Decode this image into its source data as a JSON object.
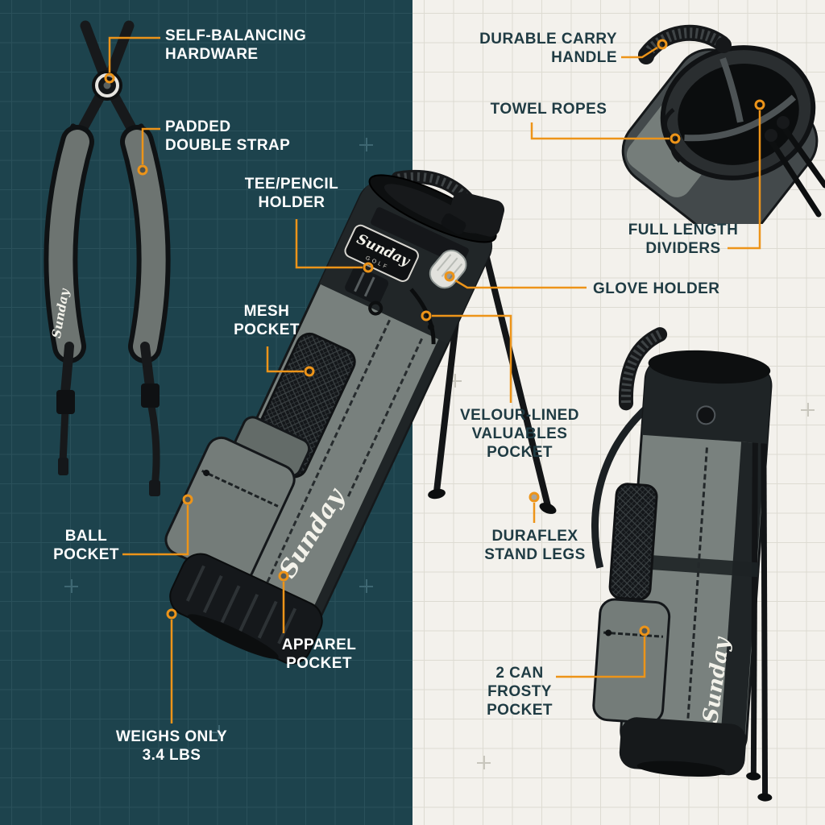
{
  "brand": {
    "script": "Sunday",
    "sub": "GOLF"
  },
  "palette": {
    "left_bg": "#1d434d",
    "left_grid": "#2a515b",
    "right_bg": "#f3f1ec",
    "right_grid": "#dddbd2",
    "accent": "#ed9419",
    "light_text": "#ffffff",
    "dark_text": "#1f3b43",
    "bag_gray": "#78807d",
    "bag_black": "#17191b"
  },
  "callouts": {
    "self_balancing": {
      "lines": [
        "SELF-BALANCING",
        "HARDWARE"
      ]
    },
    "padded_double_strap": {
      "lines": [
        "PADDED",
        "DOUBLE STRAP"
      ]
    },
    "tee_pencil": {
      "lines": [
        "TEE/PENCIL",
        "HOLDER"
      ]
    },
    "mesh_pocket": {
      "lines": [
        "MESH",
        "POCKET"
      ]
    },
    "ball_pocket": {
      "lines": [
        "BALL",
        "POCKET"
      ]
    },
    "apparel_pocket": {
      "lines": [
        "APPAREL",
        "POCKET"
      ]
    },
    "weight": {
      "lines": [
        "WEIGHS ONLY",
        "3.4 LBS"
      ]
    },
    "carry_handle": {
      "lines": [
        "DURABLE CARRY",
        "HANDLE"
      ]
    },
    "towel_ropes": {
      "lines": [
        "TOWEL ROPES"
      ]
    },
    "dividers": {
      "lines": [
        "FULL LENGTH",
        "DIVIDERS"
      ]
    },
    "glove_holder": {
      "lines": [
        "GLOVE HOLDER"
      ]
    },
    "valuables": {
      "lines": [
        "VELOUR-LINED",
        "VALUABLES",
        "POCKET"
      ]
    },
    "stand_legs": {
      "lines": [
        "DURAFLEX",
        "STAND LEGS"
      ]
    },
    "frosty": {
      "lines": [
        "2 CAN",
        "FROSTY",
        "POCKET"
      ]
    }
  }
}
